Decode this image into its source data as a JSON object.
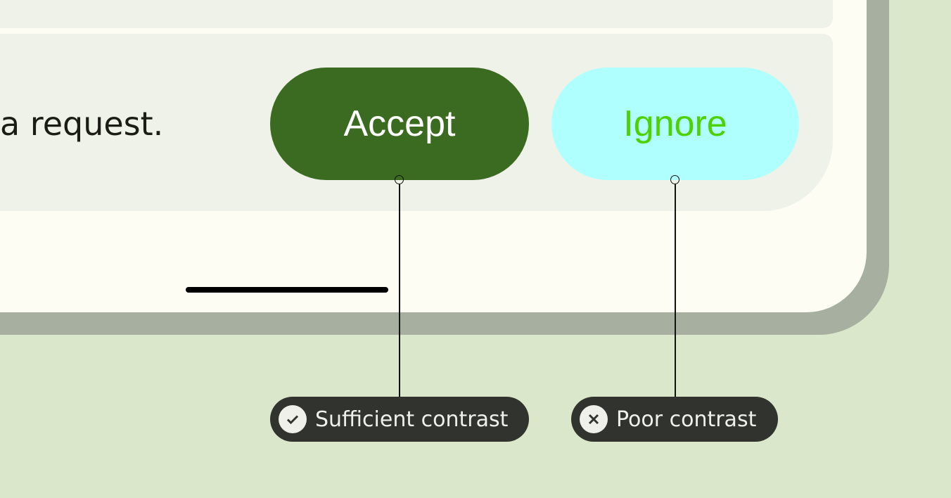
{
  "message": "a request.",
  "buttons": {
    "accept": "Accept",
    "ignore": "Ignore"
  },
  "annotations": [
    {
      "label": "Sufficient contrast",
      "icon": "check-icon"
    },
    {
      "label": "Poor contrast",
      "icon": "close-icon"
    }
  ],
  "colors": {
    "background": "#dae7cb",
    "accept_bg": "#3a6b20",
    "accept_text": "#ffffff",
    "ignore_bg": "#aefffe",
    "ignore_text": "#4cd200",
    "annotation_bg": "#30332e"
  }
}
